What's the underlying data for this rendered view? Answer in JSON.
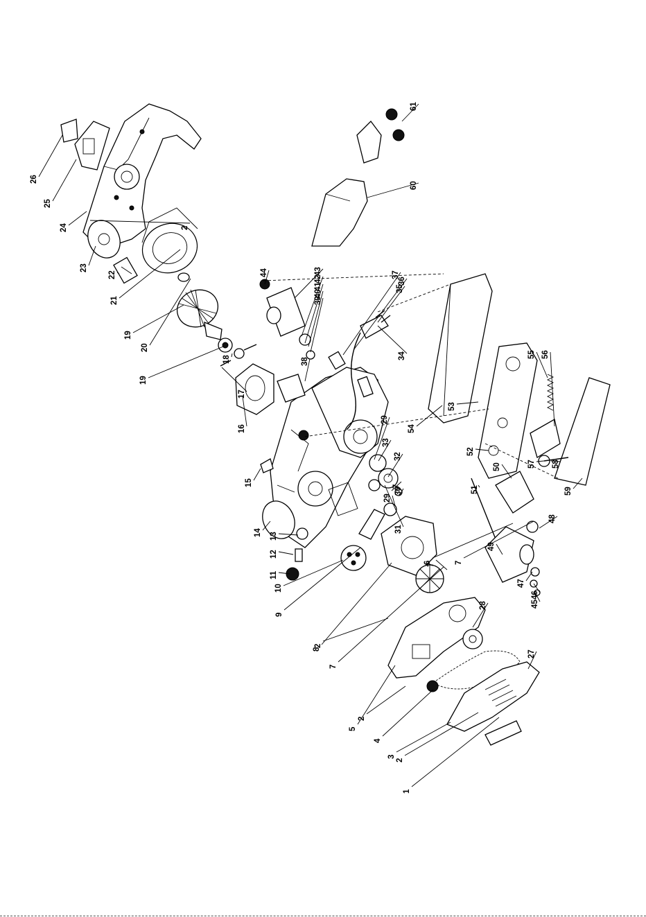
{
  "diagram": {
    "callouts": [
      "1",
      "2",
      "2",
      "2",
      "2",
      "3",
      "4",
      "5",
      "6",
      "7",
      "7",
      "7",
      "7",
      "8",
      "9",
      "10",
      "11",
      "12",
      "13",
      "14",
      "15",
      "16",
      "17",
      "18",
      "19",
      "19",
      "20",
      "21",
      "22",
      "23",
      "24",
      "25",
      "26",
      "27",
      "28",
      "29",
      "29",
      "30",
      "31",
      "32",
      "33",
      "34",
      "35",
      "36",
      "37",
      "38",
      "39",
      "40",
      "41",
      "42",
      "43",
      "44",
      "45",
      "46",
      "47",
      "48",
      "49",
      "50",
      "51",
      "52",
      "53",
      "54",
      "55",
      "56",
      "57",
      "58",
      "59",
      "60",
      "61"
    ]
  }
}
